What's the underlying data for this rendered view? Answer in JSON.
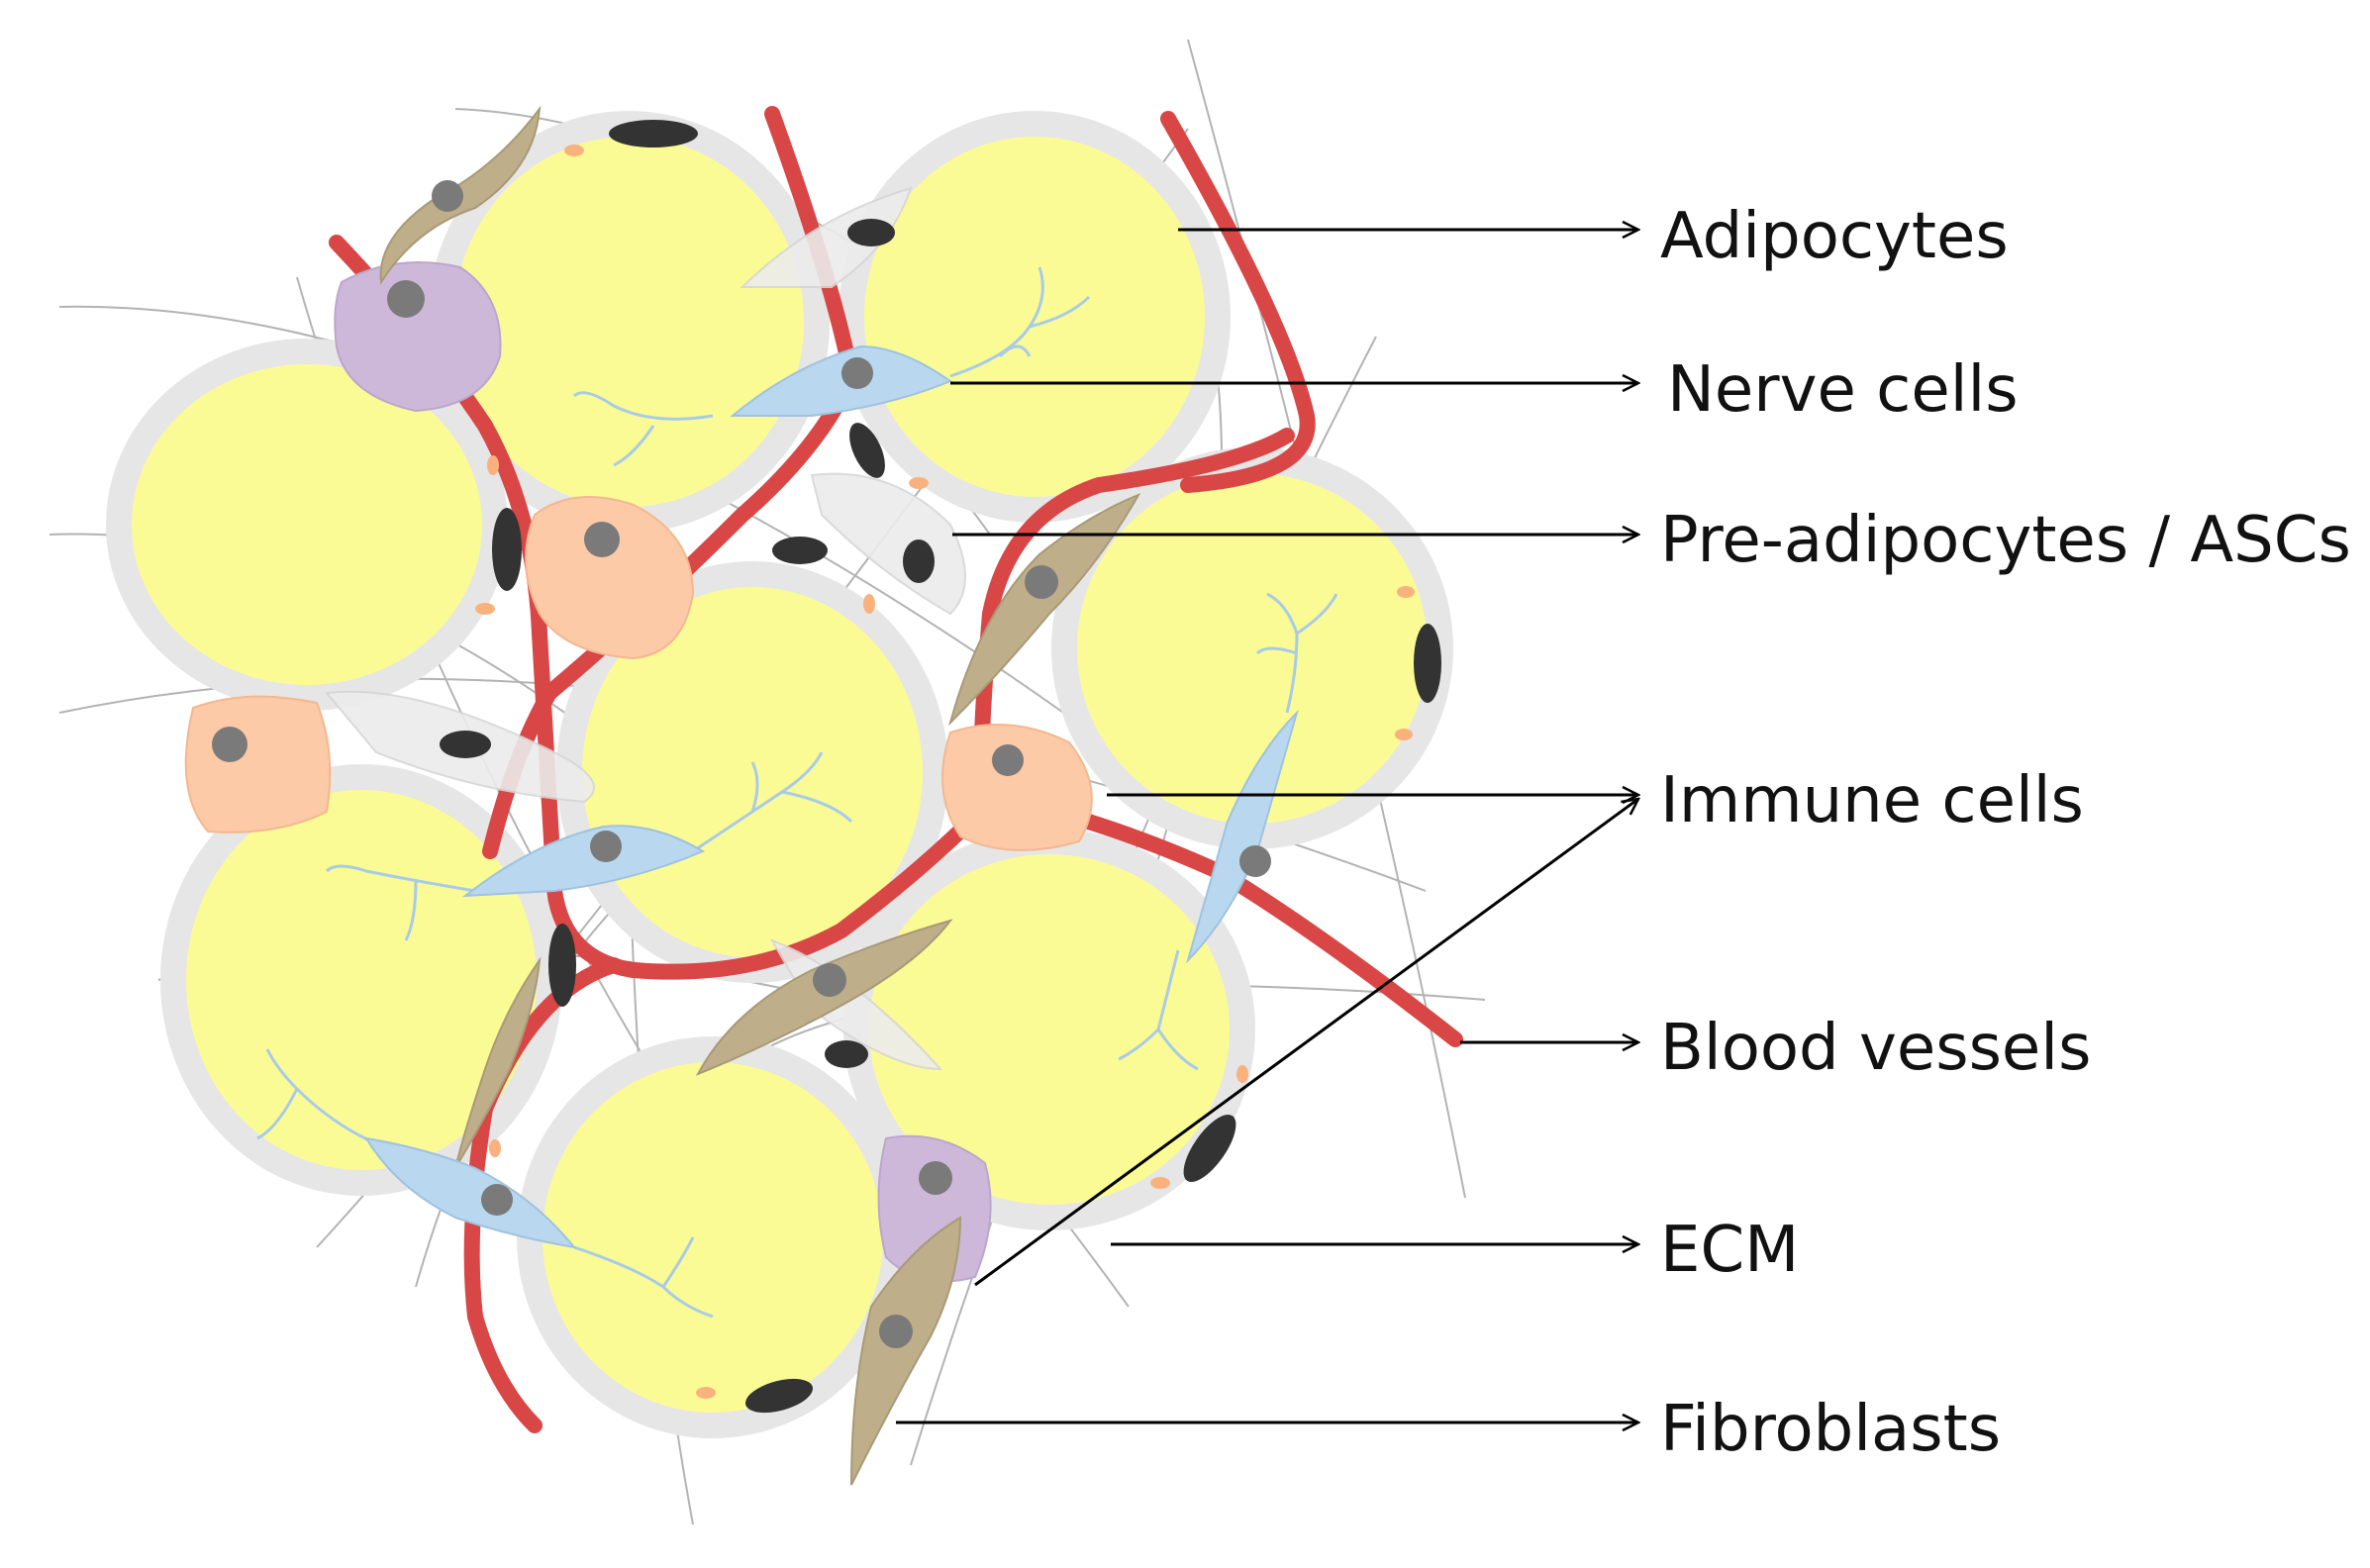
{
  "diagram": {
    "colors": {
      "adipocyte_fill": "#fbfb96",
      "adipocyte_rim": "#e6e6e6",
      "blood_vessel": "#d94646",
      "nerve_cell": "#b9d7ee",
      "nerve_branch": "#a8cbe8",
      "fibroblast": "#bfae8a",
      "immune_cell": "#cdb8d9",
      "pre_adipocyte": "#fccaa6",
      "nucleus": "#7a7a7a",
      "dark_nucleus": "#333333",
      "ecm_fiber": "#9a9a9a",
      "small_dot": "#f9b27d"
    },
    "labels": [
      {
        "id": "adipocytes",
        "text": "Adipocytes"
      },
      {
        "id": "nerve-cells",
        "text": "Nerve cells"
      },
      {
        "id": "pre-adipocytes",
        "text": "Pre-adipocytes / ASCs"
      },
      {
        "id": "immune-cells",
        "text": "Immune cells"
      },
      {
        "id": "blood-vessels",
        "text": "Blood vessels"
      },
      {
        "id": "ecm",
        "text": "ECM"
      },
      {
        "id": "fibroblasts",
        "text": "Fibroblasts"
      }
    ]
  }
}
